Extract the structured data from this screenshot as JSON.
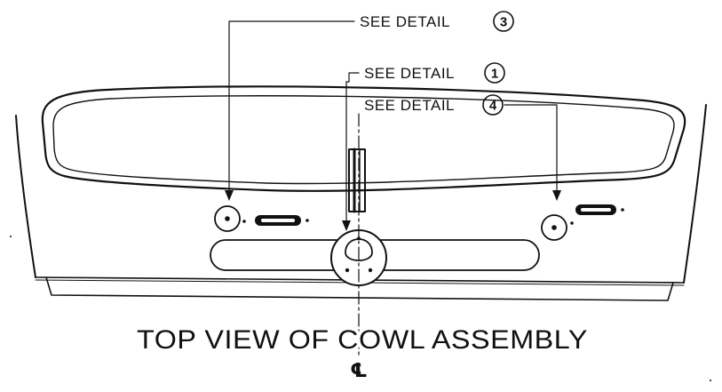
{
  "callouts": [
    {
      "text": "SEE DETAIL",
      "number": "3"
    },
    {
      "text": "SEE DETAIL",
      "number": "1"
    },
    {
      "text": "SEE DETAIL",
      "number": "4"
    }
  ],
  "title": "TOP VIEW OF COWL ASSEMBLY",
  "centerline_symbol": "℄",
  "colors": {
    "ink": "#111111",
    "background": "#ffffff"
  }
}
